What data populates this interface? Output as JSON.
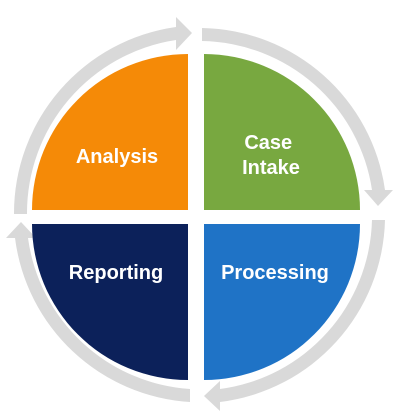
{
  "diagram": {
    "ring_color": "#d9d9d9",
    "quadrants": [
      {
        "id": "analysis",
        "lines": [
          "Analysis"
        ],
        "color": "#f58a07"
      },
      {
        "id": "case-intake",
        "lines": [
          "Case",
          "Intake"
        ],
        "color": "#78a840"
      },
      {
        "id": "processing",
        "lines": [
          "Processing"
        ],
        "color": "#1f73c6"
      },
      {
        "id": "reporting",
        "lines": [
          "Reporting"
        ],
        "color": "#0c215a"
      }
    ]
  }
}
